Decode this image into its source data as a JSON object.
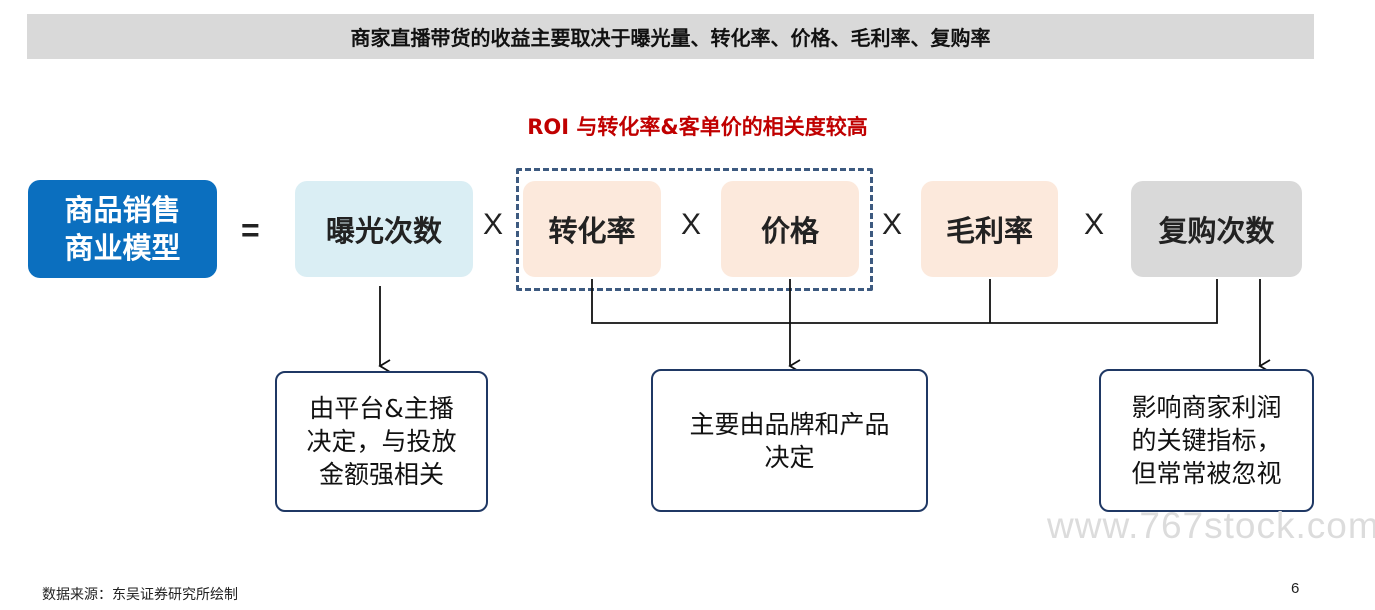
{
  "header": {
    "title": "商家直播带货的收益主要取决于曝光量、转化率、价格、毛利率、复购率"
  },
  "subtitle": "ROI 与转化率&客单价的相关度较高",
  "formula": {
    "main": "商品销售\n商业模型",
    "equals": "=",
    "multiply": "X",
    "factors": {
      "exposure": "曝光次数",
      "conversion": "转化率",
      "price": "价格",
      "margin": "毛利率",
      "repeat": "复购次数"
    }
  },
  "notes": {
    "exposure": "由平台&主播\n决定，与投放\n金额强相关",
    "brand": "主要由品牌和产品\n决定",
    "repeat": "影响商家利润\n的关键指标，\n但常常被忽视"
  },
  "colors": {
    "main_box": "#0b6fbf",
    "exposure_box": "#daeef4",
    "peach_box": "#fce9dc",
    "grey_box": "#d9d9d9",
    "subtitle": "#c00000",
    "dashed_border": "#3d5a80",
    "note_border": "#1f3864"
  },
  "watermark": "www.767stock.com",
  "footer": {
    "source": "数据来源：东吴证券研究所绘制",
    "page": "6"
  }
}
